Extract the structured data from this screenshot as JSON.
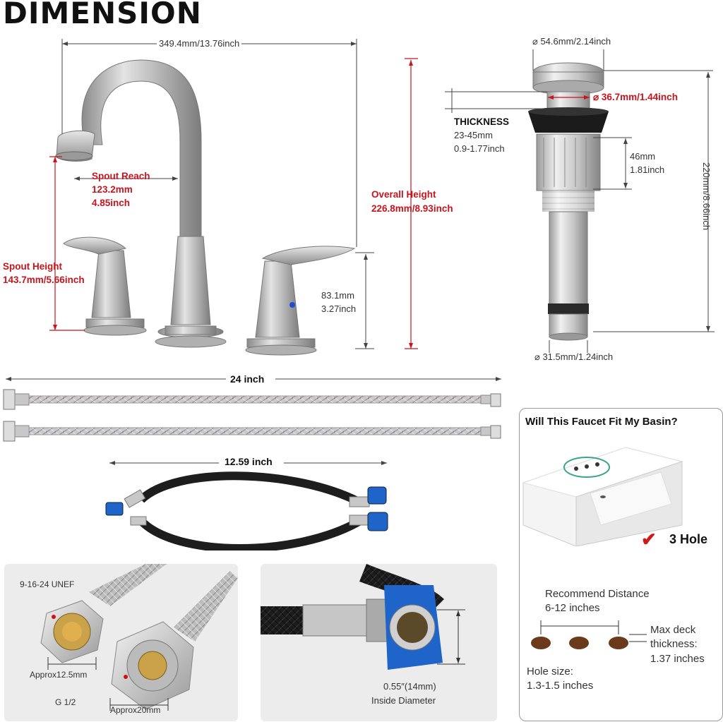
{
  "page_title": "DIMENSION",
  "faucet": {
    "width_label": "349.4mm/13.76inch",
    "spout_reach_title": "Spout Reach",
    "spout_reach_mm": "123.2mm",
    "spout_reach_in": "4.85inch",
    "overall_height_title": "Overall Height",
    "overall_height_value": "226.8mm/8.93inch",
    "spout_height_title": "Spout Height",
    "spout_height_value": "143.7mm/5.66inch",
    "handle_height_mm": "83.1mm",
    "handle_height_in": "3.27inch"
  },
  "drain": {
    "top_diameter": "⌀ 54.6mm/2.14inch",
    "inner_diameter": "⌀ 36.7mm/1.44inch",
    "thickness_title": "THICKNESS",
    "thickness_mm": "23-45mm",
    "thickness_in": "0.9-1.77inch",
    "thread_mm": "46mm",
    "thread_in": "1.81inch",
    "total_height": "220mm/8.66inch",
    "bottom_diameter": "⌀ 31.5mm/1.24inch"
  },
  "hoses": {
    "supply_length": "24 inch",
    "connector_length": "12.59 inch"
  },
  "detail_left": {
    "thread_label": "9-16-24 UNEF",
    "approx_small": "Approx12.5mm",
    "thread_g": "G 1/2",
    "approx_large": "Approx20mm"
  },
  "detail_right": {
    "diameter": "0.55″(14mm)",
    "diameter_caption": "Inside Diameter"
  },
  "fit_panel": {
    "title": "Will This Faucet Fit My Basin?",
    "hole_count": "3 Hole",
    "recommend_title": "Recommend Distance",
    "recommend_value": "6-12 inches",
    "deck_title": "Max deck",
    "deck_sub": "thickness:",
    "deck_value": "1.37 inches",
    "hole_size_title": "Hole size:",
    "hole_size_value": "1.3-1.5 inches"
  },
  "colors": {
    "accent_red": "#c8141c",
    "check_red": "#d11a1a",
    "chrome": "#b9b9b9",
    "hose_black": "#1d1d1d",
    "connector_blue": "#1f64c8"
  }
}
